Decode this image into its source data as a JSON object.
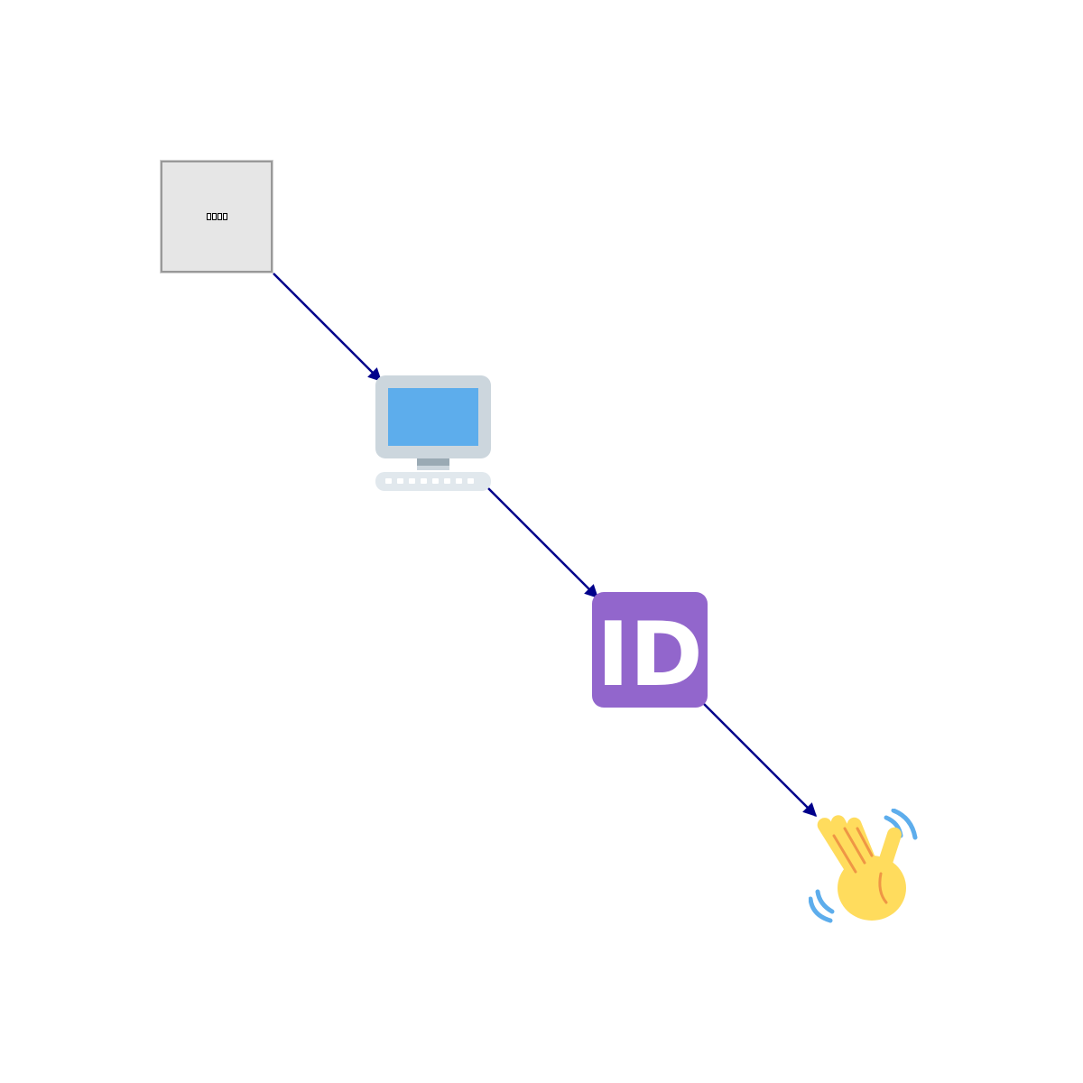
{
  "diagram": {
    "type": "flow",
    "nodes": [
      {
        "id": "placeholder",
        "icon": "missing-glyph-box",
        "label": ""
      },
      {
        "id": "computer",
        "icon": "desktop-computer-icon",
        "label": ""
      },
      {
        "id": "id",
        "icon": "id-button-icon",
        "label": "ID"
      },
      {
        "id": "wave",
        "icon": "waving-hand-icon",
        "label": ""
      }
    ],
    "edges": [
      {
        "from": "placeholder",
        "to": "computer"
      },
      {
        "from": "computer",
        "to": "id"
      },
      {
        "from": "id",
        "to": "wave"
      }
    ]
  },
  "colors": {
    "edge": "#00008b",
    "placeholder_fill": "#e6e6e6",
    "placeholder_border": "#999999",
    "monitor_frame": "#ccd6dd",
    "monitor_screen": "#5dadec",
    "monitor_stand": "#9aaab4",
    "keyboard": "#e1e8ed",
    "id_background": "#9266cc",
    "hand": "#ffdc5d",
    "hand_lines": "#ef9645",
    "motion_marks": "#5dadec"
  }
}
